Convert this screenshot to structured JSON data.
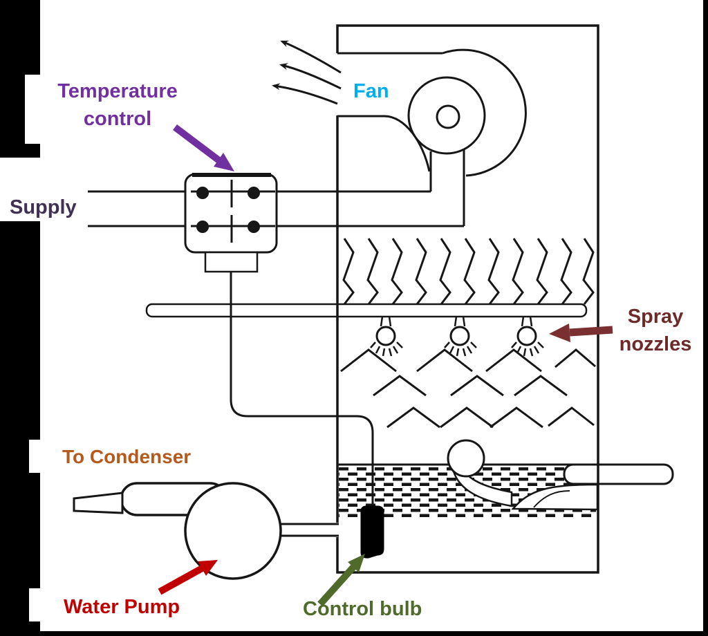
{
  "figure": {
    "kind": "evaporative-cooling-unit-schematic",
    "background_outer": "#000000",
    "background_panel": "#ffffff",
    "line_color": "#161616"
  },
  "labels": {
    "temperature_control": {
      "text": "Temperature control",
      "color": "#7030A0"
    },
    "supply": {
      "text": "Supply",
      "color": "#403152"
    },
    "fan": {
      "text": "Fan",
      "color": "#00AEEF"
    },
    "spray_nozzles": {
      "text": "Spray nozzles",
      "color": "#6E2A2A"
    },
    "to_condenser": {
      "text": "To Condenser",
      "color": "#B5591C"
    },
    "water_pump": {
      "text": "Water Pump",
      "color": "#C00000"
    },
    "control_bulb": {
      "text": "Control bulb",
      "color": "#4F6A2B"
    }
  },
  "pointer_arrows": {
    "temperature_control_arrow": {
      "color": "#7030A0",
      "direction": "down-right"
    },
    "spray_nozzles_arrow": {
      "color": "#7A3030",
      "direction": "left"
    },
    "water_pump_arrow": {
      "color": "#C00000",
      "direction": "up-right"
    },
    "control_bulb_arrow": {
      "color": "#4F6A2B",
      "direction": "up-right"
    }
  },
  "diagram_parts": [
    "fan-scroll-housing",
    "fan-wheel",
    "air-exhaust-arrows",
    "casing",
    "temperature-control-switch",
    "supply-wires",
    "capillary-line",
    "eliminator-zigzags",
    "spray-header",
    "spray-nozzles",
    "fill-chevrons",
    "water-tank",
    "float-ball",
    "float-valve",
    "makeup-water-pipe",
    "control-bulb",
    "water-pump",
    "discharge-pipe",
    "suction-pipe"
  ]
}
